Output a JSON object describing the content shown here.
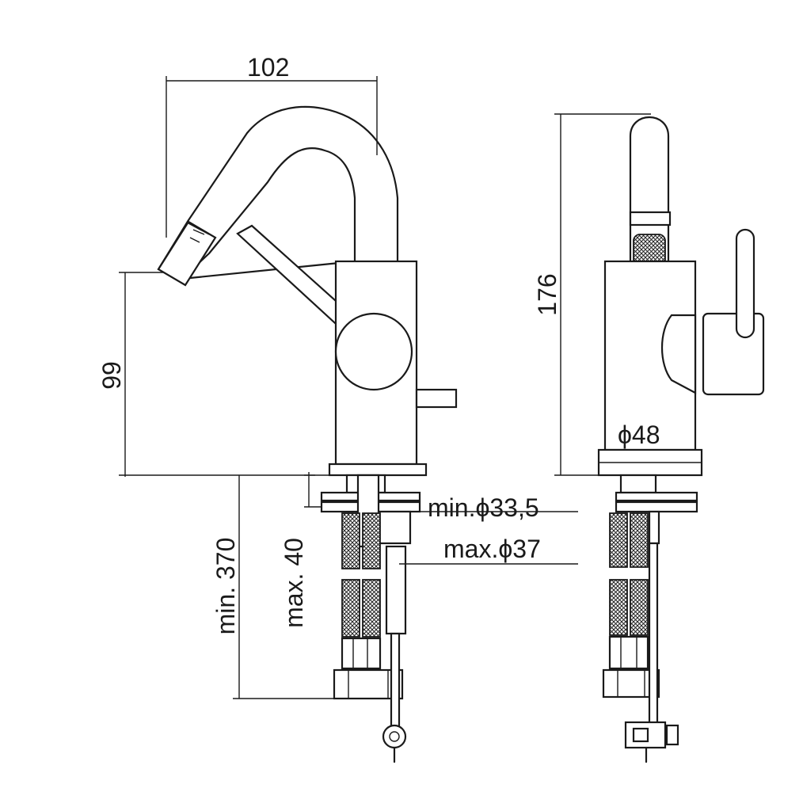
{
  "dimensions": {
    "spout_reach": "102",
    "total_height": "176",
    "spout_height": "99",
    "hose_length": "min. 370",
    "max_deck_thickness": "max. 40",
    "hole_min": "min.ϕ33,5",
    "hole_max": "max.ϕ37",
    "base_diameter": "ϕ48"
  },
  "colors": {
    "line": "#1a1a1a",
    "background": "#ffffff"
  }
}
